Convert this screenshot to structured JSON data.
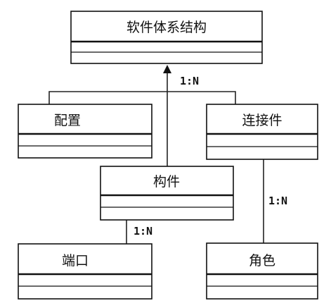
{
  "classes": {
    "architecture": "软件体系结构",
    "configuration": "配置",
    "connector": "连接件",
    "component": "构件",
    "port": "端口",
    "role": "角色"
  },
  "multiplicities": {
    "architecture_aggregation": "1:N",
    "component_port": "1:N",
    "connector_role": "1:N"
  }
}
